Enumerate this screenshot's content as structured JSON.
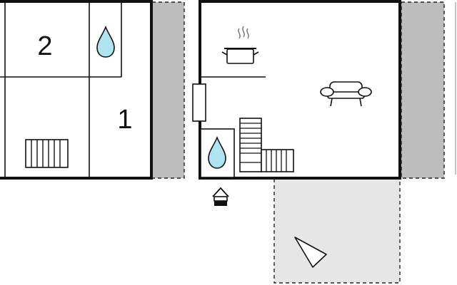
{
  "rooms": [
    {
      "id": "bedroom",
      "label": "2"
    },
    {
      "id": "living",
      "label": "1"
    }
  ],
  "colors": {
    "wall": "#111111",
    "background": "#ffffff",
    "terrace": "#e6e6e6",
    "balcony": "#bdbdbd",
    "water": "#aee3ef",
    "line": "#222222"
  },
  "icons": [
    "water-drop-icon",
    "radiator-icon",
    "cooking-pot-icon",
    "sofa-icon",
    "stairs-icon",
    "entrance-icon",
    "sun-lounger-icon"
  ]
}
